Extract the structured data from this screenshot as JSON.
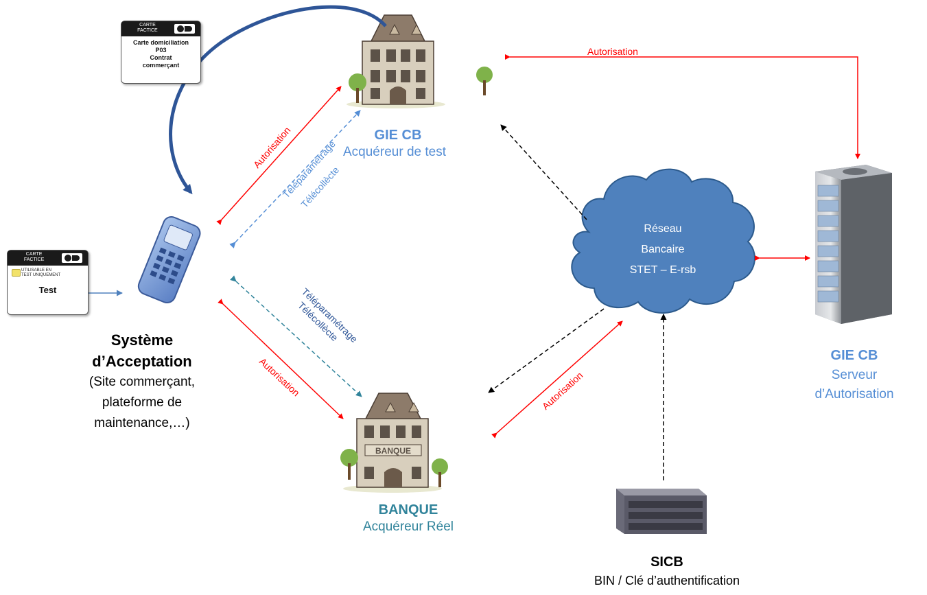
{
  "cards": {
    "top": {
      "band": [
        "CARTE",
        "FACTICE"
      ],
      "lines": [
        "Carte domiciliation",
        "P03",
        "Contrat",
        "commerçant"
      ]
    },
    "left": {
      "band": [
        "CARTE",
        "FACTICE"
      ],
      "chip_text": [
        "UTILISABLE EN",
        "TEST UNIQUEMENT"
      ],
      "main": "Test"
    }
  },
  "nodes": {
    "gie_test": {
      "title": "GIE CB",
      "subtitle": "Acquéreur de test"
    },
    "systeme": {
      "title_1": "Système",
      "title_2": "d’Acceptation",
      "desc_1": "(Site commerçant,",
      "desc_2": "plateforme de",
      "desc_3": "maintenance,…)"
    },
    "banque": {
      "title": "BANQUE",
      "subtitle": "Acquéreur Réel",
      "sign": "BANQUE"
    },
    "reseau": {
      "line_1": "Réseau",
      "line_2": "Bancaire",
      "line_3": "STET – E-rsb"
    },
    "gie_serveur": {
      "title": "GIE CB",
      "sub_1": "Serveur",
      "sub_2": "d’Autorisation"
    },
    "sicb": {
      "title": "SICB",
      "subtitle": "BIN / Clé d’authentification"
    }
  },
  "edges": {
    "autorisation_top": "Autorisation",
    "autorisation_upper_left": "Autorisation",
    "autorisation_lower_left": "Autorisation",
    "autorisation_lower_right": "Autorisation",
    "tele_upper_1": "Téléparamétrage",
    "tele_upper_2": "Télécollècte",
    "tele_lower_1": "Téléparamétrage",
    "tele_lower_2": "Télécollècte"
  },
  "colors": {
    "autorisation": "#ff0000",
    "tele_upper": "#558ed5",
    "tele_lower": "#31849b",
    "curve": "#2e5597",
    "cloud": "#4f81bd",
    "label_blue": "#558ed5",
    "label_teal": "#31849b"
  }
}
